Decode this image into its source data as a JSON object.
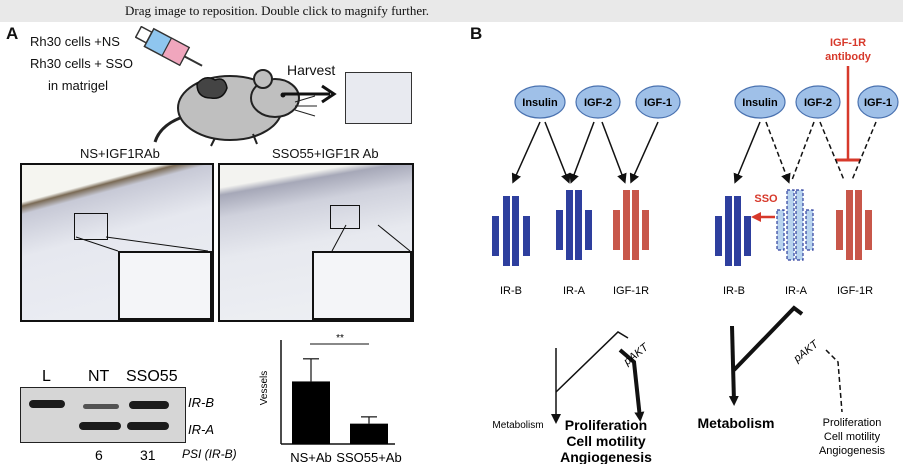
{
  "topbar": {
    "message": "Drag image to reposition. Double click to magnify further."
  },
  "panel_a": {
    "label": "A",
    "injection_lines": [
      "Rh30 cells +NS",
      "Rh30 cells + SSO",
      "in matrigel"
    ],
    "harvest_label": "Harvest",
    "micrograph_left_title": "NS+IGF1RAb",
    "micrograph_right_title": "SSO55+IGF1R Ab",
    "gel": {
      "lane_labels": [
        "L",
        "NT",
        "SSO55"
      ],
      "band_labels": [
        "IR-B",
        "IR-A"
      ],
      "psi_values": [
        "6",
        "31"
      ],
      "psi_label": "PSI (IR-B)"
    },
    "chart_data": {
      "type": "bar",
      "categories": [
        "NS+Ab",
        "SSO55+Ab"
      ],
      "values": [
        83,
        27
      ],
      "errors": [
        30,
        9
      ],
      "ylabel": "Vessels",
      "ylim": [
        0,
        130
      ],
      "significance": "**",
      "grid": false,
      "bar_color": "#000000"
    }
  },
  "panel_b": {
    "label": "B",
    "left": {
      "ligands": [
        "Insulin",
        "IGF-2",
        "IGF-1"
      ],
      "receptors": [
        "IR-B",
        "IR-A",
        "IGF-1R"
      ],
      "pathway_label": "pAKT",
      "outcomes": {
        "metabolism": "Metabolism",
        "proliferation": [
          "Proliferation",
          "Cell motility",
          "Angiogenesis"
        ]
      }
    },
    "right": {
      "ligands": [
        "Insulin",
        "IGF-2",
        "IGF-1"
      ],
      "receptors": [
        "IR-B",
        "IR-A",
        "IGF-1R"
      ],
      "antibody_label": [
        "IGF-1R",
        "antibody"
      ],
      "sso_label": "SSO",
      "pathway_label": "pAKT",
      "outcomes": {
        "metabolism": "Metabolism",
        "proliferation": [
          "Proliferation",
          "Cell motility",
          "Angiogenesis"
        ]
      }
    },
    "colors": {
      "ligand": "#9fc0e8",
      "ir": "#2e3f9e",
      "igf1r": "#c8574a",
      "ira_dashed": "#b9d4ef",
      "inhibit": "#d7392b"
    }
  }
}
